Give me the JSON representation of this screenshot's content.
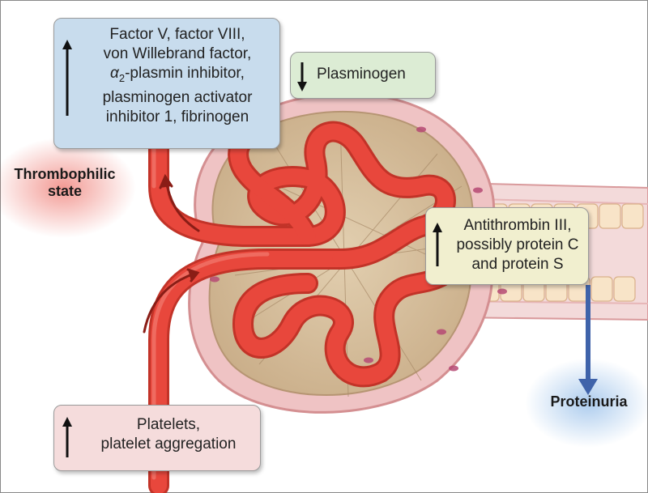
{
  "boxes": {
    "factors": {
      "lines": [
        "Factor V, factor VIII,",
        "von Willebrand factor,",
        "-plasmin inhibitor,",
        "plasminogen activator",
        "inhibitor 1, fibrinogen"
      ],
      "alpha_symbol": "α",
      "alpha_subscript": "2",
      "direction": "up",
      "color": "#c8dced"
    },
    "plasminogen": {
      "lines": [
        "Plasminogen"
      ],
      "direction": "down",
      "color": "#dcecd4"
    },
    "antithrombin": {
      "lines": [
        "Antithrombin III,",
        "possibly protein C",
        "and protein S"
      ],
      "direction": "up",
      "color": "#f1efcf"
    },
    "platelets": {
      "lines": [
        "Platelets,",
        "platelet aggregation"
      ],
      "direction": "up",
      "color": "#f5dcdc"
    }
  },
  "labels": {
    "thrombophilic": [
      "Thrombophilic",
      "state"
    ],
    "proteinuria": "Proteinuria"
  },
  "colors": {
    "vessel": "#e8473c",
    "vessel_dark": "#c23328",
    "glomerulus": "#d6bfa0",
    "capsule": "#efc3c4",
    "proteinuria_arrow": "#3f63aa"
  }
}
